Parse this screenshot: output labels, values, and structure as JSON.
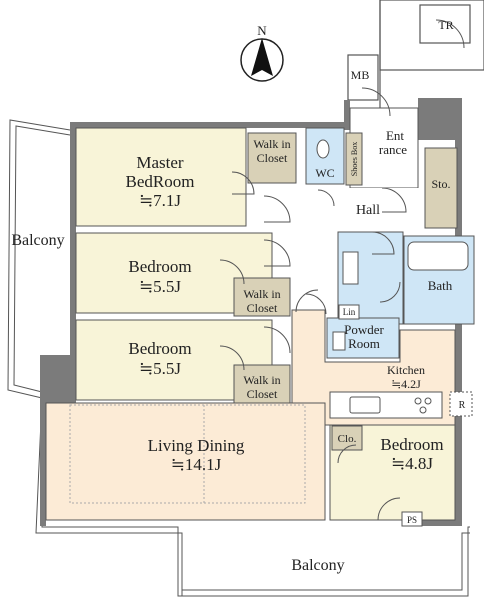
{
  "compass": {
    "north_label": "N"
  },
  "colors": {
    "bedroom_fill": "#f8f4d8",
    "living_fill": "#fcebd6",
    "wet_fill": "#cfe6f6",
    "storage_fill": "#d9d1b7",
    "wall": "#7b7b7b",
    "hall_fill": "#ffffff"
  },
  "rooms": {
    "master": {
      "line1": "Master",
      "line2": "BedRoom",
      "area": "≒7.1J"
    },
    "bed2": {
      "name": "Bedroom",
      "area": "≒5.5J"
    },
    "bed3": {
      "name": "Bedroom",
      "area": "≒5.5J"
    },
    "living": {
      "name": "Living Dining",
      "area": "≒14.1J"
    },
    "bed4": {
      "name": "Bedroom",
      "area": "≒4.8J"
    },
    "kitchen": {
      "name": "Kitchen",
      "area": "≒4.2J"
    },
    "bath": {
      "name": "Bath"
    },
    "powder": {
      "line1": "Powder",
      "line2": "Room"
    },
    "hall": {
      "name": "Hall"
    },
    "entrance": {
      "line1": "Ent",
      "line2": "rance"
    }
  },
  "closets": {
    "wic_master": {
      "line1": "Walk in",
      "line2": "Closet"
    },
    "wic_bed2": {
      "line1": "Walk in",
      "line2": "Closet"
    },
    "wic_bed3": {
      "line1": "Walk in",
      "line2": "Closet"
    },
    "clo": "Clo.",
    "sto": "Sto.",
    "wc": "WC",
    "shoes_box": "Shoes Box",
    "lin": "Lin",
    "r": "R"
  },
  "utility": {
    "mb": "MB",
    "tr": "TR",
    "ps": "PS"
  },
  "balconies": {
    "west": "Balcony",
    "south": "Balcony"
  }
}
